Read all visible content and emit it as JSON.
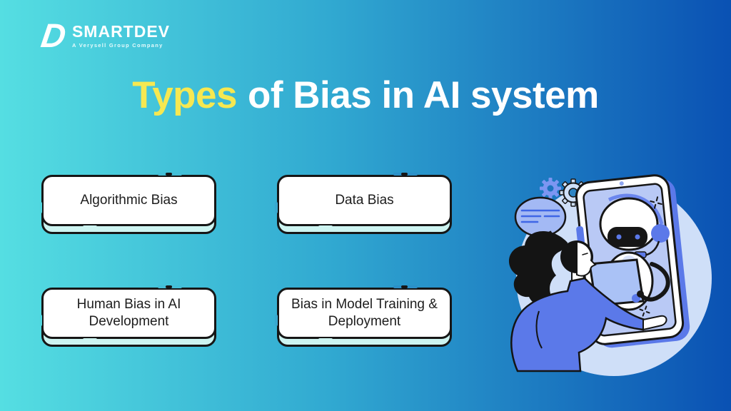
{
  "brand": {
    "name": "SMARTDEV",
    "tagline": "A Verysell Group Company",
    "logo_letter": "D"
  },
  "title": {
    "accent": "Types",
    "rest": "of Bias in AI system"
  },
  "cards": [
    {
      "label": "Algorithmic Bias"
    },
    {
      "label": "Data Bias"
    },
    {
      "label": "Human Bias in AI Development"
    },
    {
      "label": "Bias in Model Training & Deployment"
    }
  ],
  "illustration": {
    "alt": "Woman interacting with an AI chatbot robot on a tablet screen, with gears and a speech bubble"
  },
  "colors": {
    "background_gradient_start": "#55DEE2",
    "background_gradient_end": "#0A51B3",
    "title_accent_yellow": "#F6E851",
    "title_white": "#FFFFFF",
    "card_background": "#FFFFFF",
    "card_underlayer_mint": "#CDF4F1",
    "card_border_black": "#161616",
    "card_text": "#1D1D1D",
    "illustration_circle": "#CFDFF8",
    "illustration_blue": "#5B79E9",
    "illustration_periwinkle": "#A3B9F4"
  }
}
